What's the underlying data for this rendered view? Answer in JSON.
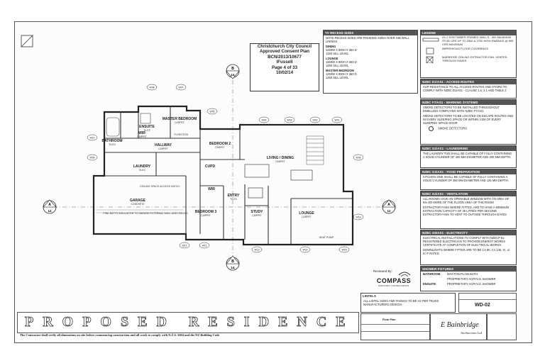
{
  "consent": {
    "lines": [
      "Christchurch City Council",
      "Approved Consent Plan",
      "BCN/2013/10677",
      "IFussell",
      "Page 4 of 33",
      "10/02/14"
    ]
  },
  "tv_recess": {
    "header": "TV RECESS SIZES",
    "note": "NOTE RECESS SIZES ARE FINISHED SIZES OVER GIB WALL LININGS",
    "items": [
      {
        "room": "DINING",
        "size": "1250W X 800H X 350 D",
        "sill": "1250 SILL LEVEL"
      },
      {
        "room": "LOUNGE",
        "size": "1250W X 800H X 350 D",
        "sill": "1250 SILL LEVEL"
      },
      {
        "room": "MASTER BEDROOM",
        "size": "1250W X 800H X 350 D",
        "sill": "1250 SILL LEVEL"
      }
    ]
  },
  "legend": {
    "header": "LEGEND",
    "items": [
      "H1.2 SG8 TIMBER FRAMED WALLS - 400 MAXIMUM STUD CRS UP TO 2500 & 2700 HIGH DWANGS @ 800 CRS MAXIMUM",
      "IMPERVIOUS FLOOR COVERINGS",
      "MARIROSE CEILING EXTRACTOR FAN. VENTED THROUGH EAVES"
    ]
  },
  "access": {
    "header": "NZBC D1/AS1 - ACCESS ROUTES",
    "text": "SLIP RESISTANCE TO ALL ACCESS ROUTES AND STAIRS TO COMPLY WITH NZBC D1/AS1 - CLAUSE 1.5, 2.1 AND TABLE 2"
  },
  "warning": {
    "header": "NZBC F7/AS1 - WARNING SYSTEMS",
    "text1": "SMOKE DETECTORS TO BE INSTALLED THROUGHOUT DWELLING COMPLYING WITH NZBC F7/AS1.",
    "text2": "SMOKE DETECTORS TO BE LOCATED ON ESCAPE ROUTES AND IN EVERY SLEEPING SPACE OR WITHIN 3.0M OF EVERY SLEEPING SPACE DOOR",
    "symbol_label": "SMOKE DETECTORS"
  },
  "laundering": {
    "header": "NZBC G2/AS1 - LAUNDERING",
    "text": "THE LAUNDRY TUB SHALL BE CAPABLE OF FULLY CONTAINING A SOLID CYLINDER OF 400 MM DIAMETER AND 200 MM DEPTH."
  },
  "food": {
    "header": "NZBC G3/AS1 - FOOD PREPARATION",
    "text": "KITCHEN SINK SHALL BE CAPABLE OF FULLY CONTAINING A SOLID CYLINDER OF 350 MM DIAMETER AND 125 MM DEPTH."
  },
  "ventilation": {
    "header": "NZBC G4/AS1 - VENTILATION",
    "text1": "ALL ROOMS HAVE AN OPENABLE WINDOW WITH AN AREA OF 5% OR MORE OF THE FLOOR AREA OF THE ROOM",
    "text2": "EXTRACTOR FANS WHERE FITTED, ARE TO HAVE A MINIMUM EXTRACTION CAPACITY OF 25 LITRES PER SECOND. EXTRACTOR FANS TO VENT TO OUTSIDE THROUGH EAVES"
  },
  "electricity": {
    "header": "NZBC G9/AS1 - ELECTRICITY",
    "text1": "ELECTRICAL INSTALLATIONS TO COMPLY WITH NZECP 51. REGISTERED ELECTRICIAN TO PROVIDE ENERGY WORKS CERTIFICATE AT COMPLETION OF ELECTRICAL WORKS",
    "text2": "DOWNLIGHTS WHERE FITTED ARE TO BE CA 80, CA 135, IC, or IC-F RATED"
  },
  "shower": {
    "header": "SHOWER FIXTURES",
    "rows": [
      {
        "room": "BATHROOM",
        "fixture": "MAXTON PLAIN BATH"
      },
      {
        "room": "",
        "fixture": "PROPRIETARY ACRYLIC SHOWER"
      },
      {
        "room": "ENSUITE",
        "fixture": "PROPRIETARY ACRYLIC SHOWER"
      }
    ]
  },
  "reviewer": {
    "reviewed_by": "Reviewed By:",
    "name": "COMPASS",
    "sub": "BUILDING CONSULTANTS"
  },
  "lintels": {
    "header": "LINTELS",
    "text": "ALL LINTEL SIZES AND FIXINGS TO BE AS PER TRUSS MANUFACTURERS DESIGN"
  },
  "title": {
    "main": "PROPOSED RESIDENCE",
    "note": "The Contractor shall verify all dimensions on site before commencing construction and all work to comply with N.Z.S. 3604 and the NZ Building Code",
    "sheet_title": "Floor Plan",
    "firm": "E Bainbridge",
    "firm_sub": "Architecture Ltd",
    "drawing_no": "WD-02"
  },
  "plan": {
    "rooms": [
      {
        "name": "ENSUITE",
        "finish": "TILES"
      },
      {
        "name": "MASTER BEDROOM",
        "finish": "CARPET"
      },
      {
        "name": "BATHROOM",
        "finish": "TILES"
      },
      {
        "name": "WIR",
        "finish": "CARPET"
      },
      {
        "name": "HALLWAY",
        "finish": "CARPET"
      },
      {
        "name": "BEDROOM 2",
        "finish": "CARPET"
      },
      {
        "name": "LIVING / DINING",
        "finish": "CARPET"
      },
      {
        "name": "LAUNDRY",
        "finish": "TILES"
      },
      {
        "name": "GARAGE",
        "finish": "CONCRETE"
      },
      {
        "name": "BEDROOM 3",
        "finish": "CARPET"
      },
      {
        "name": "ENTRY",
        "finish": "TILES"
      },
      {
        "name": "STUDY",
        "finish": "CARPET"
      },
      {
        "name": "LOUNGE",
        "finish": "CARPET"
      },
      {
        "name": "CUPD",
        "finish": ""
      },
      {
        "name": "WIR",
        "finish": ""
      }
    ],
    "notes": {
      "ceiling": "CEILING SPACE ACCESS HATCH",
      "batts": "PINK BATTS INSULATION TO GARAGE EXTERNAL WALL AND CEILING",
      "tv": "TV RECESS",
      "heat": "HEAT PUMP"
    },
    "section_marks": [
      {
        "label": "A",
        "num": "12"
      },
      {
        "label": "A",
        "num": "12"
      },
      {
        "label": "B",
        "num": "14"
      },
      {
        "label": "B",
        "num": "14"
      }
    ],
    "window_tags": [
      "W08",
      "W07",
      "W05",
      "W04",
      "W03",
      "W02",
      "W01",
      "W09",
      "W10",
      "W11",
      "W12",
      "W13",
      "W14",
      "W15",
      "W16",
      "W06"
    ]
  }
}
